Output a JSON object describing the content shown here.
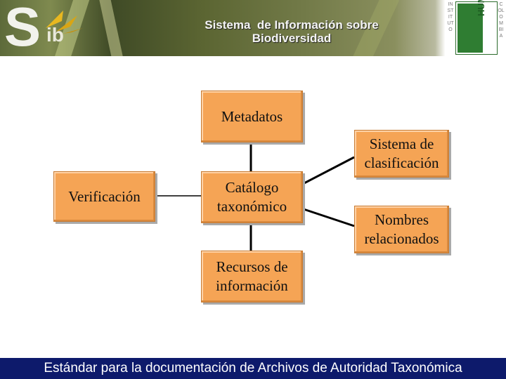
{
  "banner": {
    "logo_letter": "S",
    "logo_sub": "ib",
    "title_line1": "Sistema  de Información sobre",
    "title_line2": "Biodiversidad",
    "instituto": "INSTITUTO",
    "colombia": "COLOMBIA",
    "humboldt": "HUMBOLDT"
  },
  "diagram": {
    "metadatos": "Metadatos",
    "sistema": "Sistema de clasificación",
    "verificacion": "Verificación",
    "catalogo": "Catálogo taxonómico",
    "nombres": "Nombres relacionados",
    "recursos": "Recursos de información"
  },
  "footer": {
    "text": "Estándar para la documentación de Archivos de Autoridad Taxonómica"
  },
  "colors": {
    "box_fill": "#f5a455",
    "footer_bg": "#0d1a6b"
  }
}
